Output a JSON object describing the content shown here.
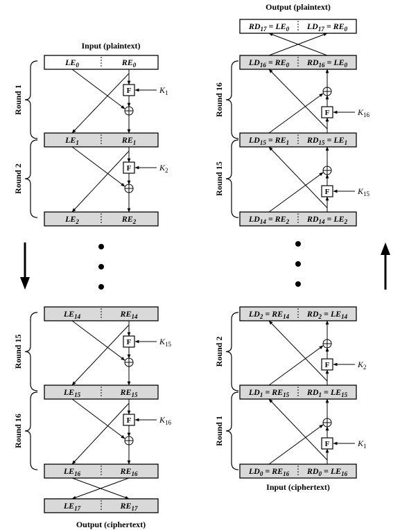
{
  "encryption": {
    "top_caption": "Input (plaintext)",
    "bottom_caption": "Output (ciphertext)",
    "function_label": "F",
    "rows": [
      {
        "left": "LE",
        "left_sub": "0",
        "right": "RE",
        "right_sub": "0"
      },
      {
        "left": "LE",
        "left_sub": "1",
        "right": "RE",
        "right_sub": "1"
      },
      {
        "left": "LE",
        "left_sub": "2",
        "right": "RE",
        "right_sub": "2"
      },
      {
        "left": "LE",
        "left_sub": "14",
        "right": "RE",
        "right_sub": "14"
      },
      {
        "left": "LE",
        "left_sub": "15",
        "right": "RE",
        "right_sub": "15"
      },
      {
        "left": "LE",
        "left_sub": "16",
        "right": "RE",
        "right_sub": "16"
      },
      {
        "left": "LE",
        "left_sub": "17",
        "right": "RE",
        "right_sub": "17"
      }
    ],
    "rounds": [
      {
        "label": "Round 1",
        "key": "K",
        "key_sub": "1"
      },
      {
        "label": "Round 2",
        "key": "K",
        "key_sub": "2"
      },
      {
        "label": "Round 15",
        "key": "K",
        "key_sub": "15"
      },
      {
        "label": "Round 16",
        "key": "K",
        "key_sub": "16"
      }
    ],
    "direction": "down"
  },
  "decryption": {
    "top_caption": "Output (plaintext)",
    "bottom_caption": "Input (ciphertext)",
    "function_label": "F",
    "rows": [
      {
        "left": "RD",
        "left_sub": "17",
        "left_eq": "LE",
        "left_eq_sub": "0",
        "right": "LD",
        "right_sub": "17",
        "right_eq": "RE",
        "right_eq_sub": "0"
      },
      {
        "left": "LD",
        "left_sub": "16",
        "left_eq": "RE",
        "left_eq_sub": "0",
        "right": "RD",
        "right_sub": "16",
        "right_eq": "LE",
        "right_eq_sub": "0"
      },
      {
        "left": "LD",
        "left_sub": "15",
        "left_eq": "RE",
        "left_eq_sub": "1",
        "right": "RD",
        "right_sub": "15",
        "right_eq": "LE",
        "right_eq_sub": "1"
      },
      {
        "left": "LD",
        "left_sub": "14",
        "left_eq": "RE",
        "left_eq_sub": "2",
        "right": "RD",
        "right_sub": "14",
        "right_eq": "LE",
        "right_eq_sub": "2"
      },
      {
        "left": "LD",
        "left_sub": "2",
        "left_eq": "RE",
        "left_eq_sub": "14",
        "right": "RD",
        "right_sub": "2",
        "right_eq": "LE",
        "right_eq_sub": "14"
      },
      {
        "left": "LD",
        "left_sub": "1",
        "left_eq": "RE",
        "left_eq_sub": "15",
        "right": "RD",
        "right_sub": "1",
        "right_eq": "LE",
        "right_eq_sub": "15"
      },
      {
        "left": "LD",
        "left_sub": "0",
        "left_eq": "RE",
        "left_eq_sub": "16",
        "right": "RD",
        "right_sub": "0",
        "right_eq": "LE",
        "right_eq_sub": "16"
      }
    ],
    "rounds": [
      {
        "label": "Round 16",
        "key": "K",
        "key_sub": "1"
      },
      {
        "label": "Round 15",
        "key": "K",
        "key_sub": "2"
      },
      {
        "label": "Round 2",
        "key": "K",
        "key_sub": "15"
      },
      {
        "label": "Round 1",
        "key": "K",
        "key_sub": "16"
      }
    ],
    "direction": "up"
  },
  "colors": {
    "box_white": "#ffffff",
    "box_gray": "#d9d9d9",
    "ink": "#000000"
  }
}
